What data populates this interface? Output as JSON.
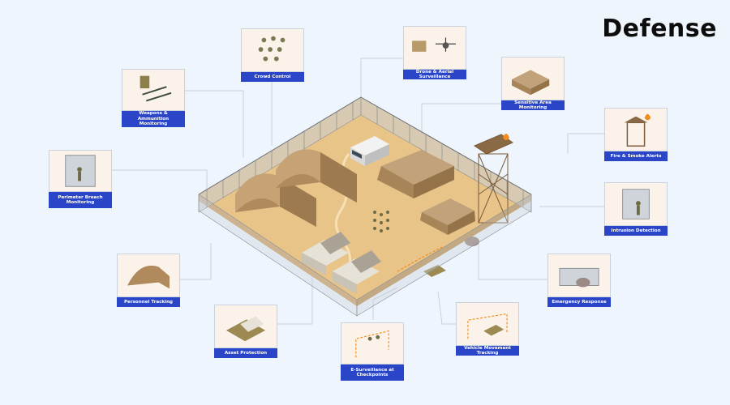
{
  "title": "Defense",
  "callouts": {
    "crowd_control": "Crowd Control",
    "drone_surveillance": "Drone & Aerial Surveillance",
    "weapons_monitoring": "Weapons & Ammunition Monitoring",
    "sensitive_area": "Sensitive Area Monitoring",
    "fire_smoke": "Fire & Smoke Alerts",
    "perimeter_breach": "Perimeter Breach Monitoring",
    "intrusion_detection": "Intrusion Detection",
    "emergency_response": "Emergency Response",
    "personnel_tracking": "Personnel Tracking",
    "asset_protection": "Asset Protection",
    "vehicle_tracking": "Vehicle Movement Tracking",
    "checkpoints": "E-Surveillance at Checkpoints"
  },
  "colors": {
    "background": "#eef5fc",
    "label_bg": "#2b45c8",
    "ground": "#e9c489",
    "tent": "#b8956a",
    "fence": "#8c9096"
  }
}
